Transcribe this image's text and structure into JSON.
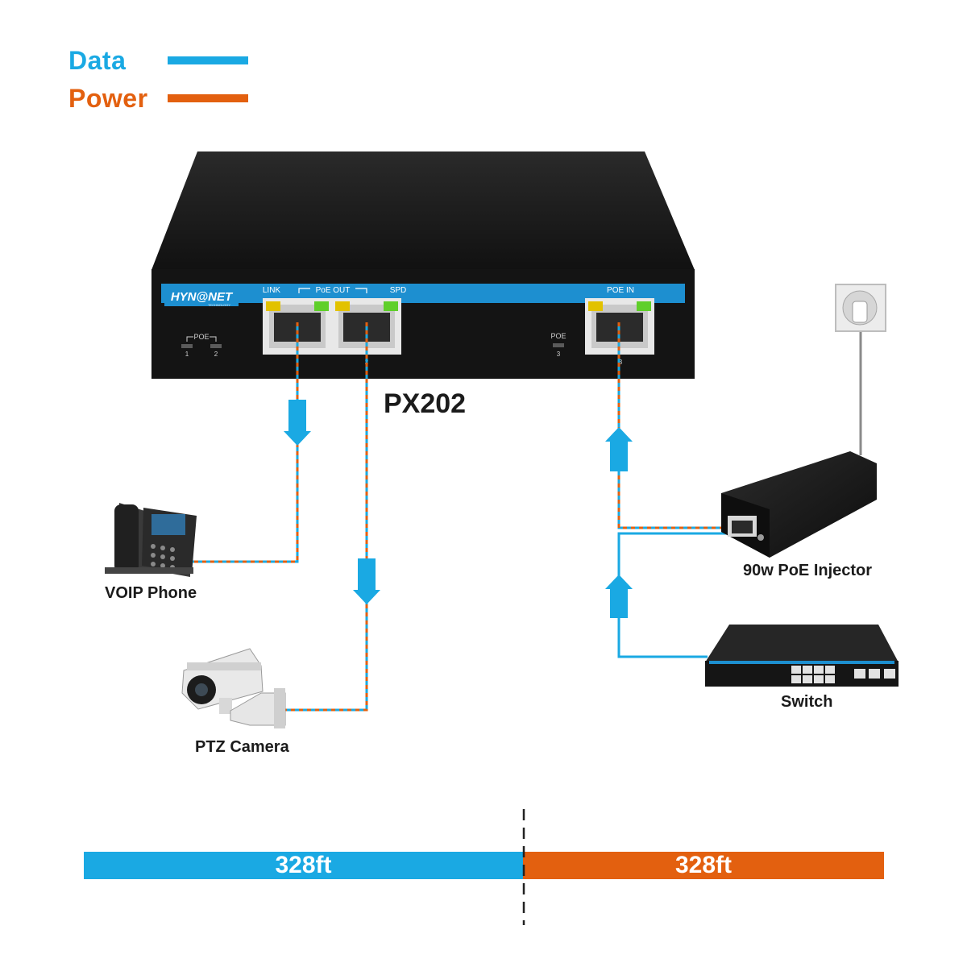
{
  "legend": {
    "data_label": "Data",
    "power_label": "Power",
    "data_color": "#1aa9e3",
    "power_color": "#e3600f"
  },
  "device": {
    "brand": "HYN@NET",
    "brand_sub": "TECHNOLOGY",
    "model": "PX202",
    "port_labels": {
      "link": "LINK",
      "poe_out": "PoE OUT",
      "spd": "SPD",
      "poe_in": "POE IN",
      "poe": "POE",
      "poe_3": "POE",
      "led_1": "1",
      "led_2": "2",
      "led_3": "3",
      "port_2": "2",
      "port_3": "3"
    }
  },
  "endpoints": {
    "voip_phone": "VOIP Phone",
    "ptz_camera": "PTZ Camera",
    "injector": "90w PoE Injector",
    "switch": "Switch"
  },
  "distance": {
    "data_segment": "328ft",
    "power_segment": "328ft"
  }
}
